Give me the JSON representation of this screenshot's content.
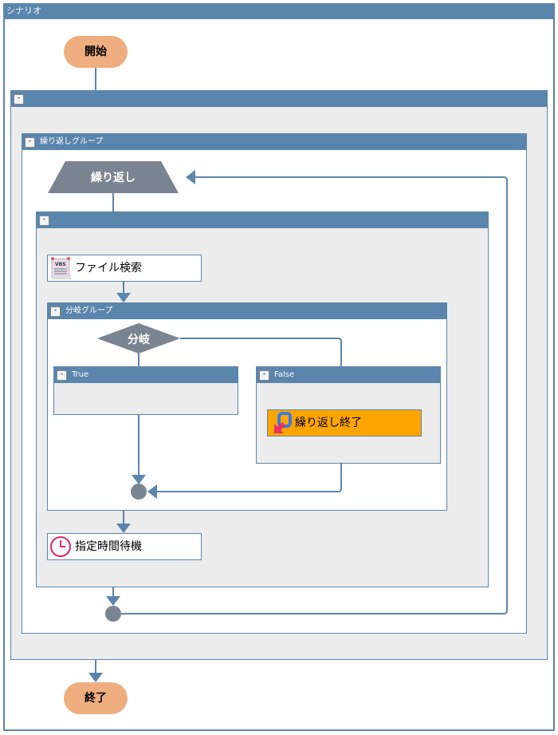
{
  "window": {
    "title": "シナリオ"
  },
  "start": {
    "label": "開始"
  },
  "end": {
    "label": "終了"
  },
  "outer_group": {
    "title": "",
    "collapse": "-"
  },
  "loop_group": {
    "title": "繰り返しグループ",
    "collapse": "-"
  },
  "loop": {
    "label": "繰り返し"
  },
  "loop_body": {
    "title": "",
    "collapse": "-"
  },
  "file_search": {
    "label": "ファイル検索",
    "icon": "vbs-script-icon"
  },
  "branch_group": {
    "title": "分岐グループ",
    "collapse": "-"
  },
  "branch": {
    "label": "分岐"
  },
  "true_branch": {
    "title": "True",
    "collapse": "-"
  },
  "false_branch": {
    "title": "False",
    "collapse": "-"
  },
  "loop_exit": {
    "label": "繰り返し終了",
    "icon": "loop-exit-icon"
  },
  "wait": {
    "label": "指定時間待機",
    "icon": "clock-icon"
  },
  "colors": {
    "header": "#5a85ad",
    "start_end": "#efae80",
    "decision": "#7b8591",
    "loop_exit": "#ffa500",
    "body_gray": "#ececec"
  }
}
